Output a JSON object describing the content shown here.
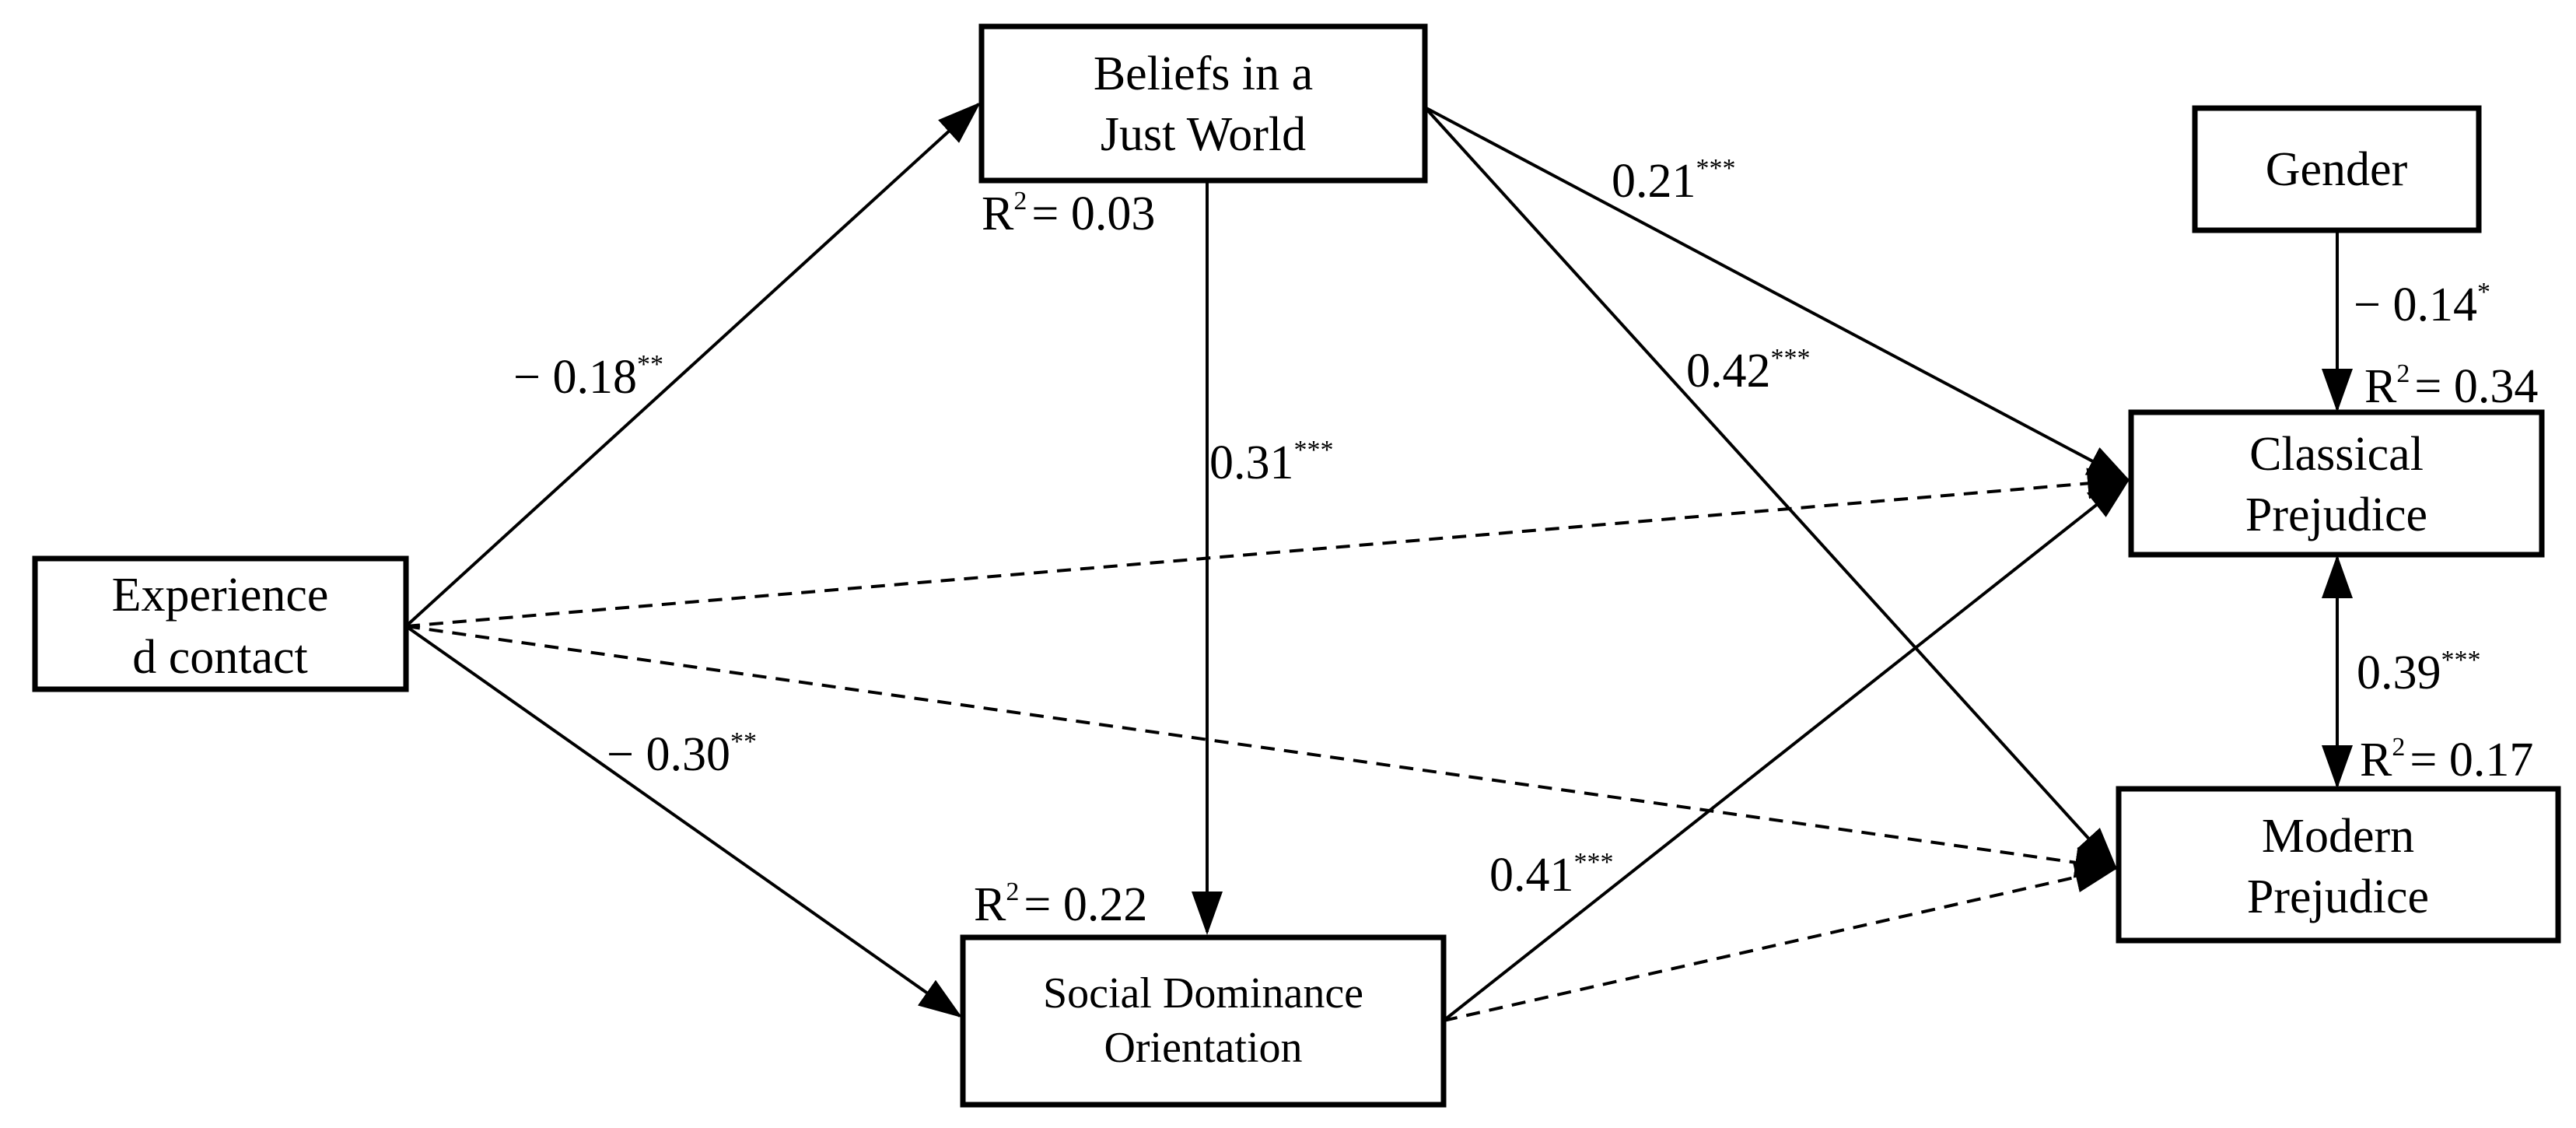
{
  "nodes": {
    "experienced_contact": {
      "line1": "Experience",
      "line2": "d contact"
    },
    "just_world": {
      "line1": "Beliefs in a",
      "line2": "Just World"
    },
    "sdo": {
      "line1": "Social Dominance",
      "line2": "Orientation"
    },
    "gender": {
      "line1": "Gender"
    },
    "classical": {
      "line1": "Classical",
      "line2": "Prejudice"
    },
    "modern": {
      "line1": "Modern",
      "line2": "Prejudice"
    }
  },
  "paths": {
    "contact_to_bjw": {
      "value": "− 0.18",
      "sig": "**"
    },
    "contact_to_sdo": {
      "value": "− 0.30",
      "sig": "**"
    },
    "bjw_to_sdo": {
      "value": "0.31",
      "sig": "***"
    },
    "bjw_to_classical": {
      "value": "0.21",
      "sig": "***"
    },
    "bjw_to_modern": {
      "value": "0.42",
      "sig": "***"
    },
    "sdo_to_classical": {
      "value": "0.41",
      "sig": "***"
    },
    "gender_to_classical": {
      "value": "− 0.14",
      "sig": "*"
    },
    "classical_modern_cov": {
      "value": "0.39",
      "sig": "***"
    }
  },
  "r_squared": {
    "just_world": {
      "label": "R",
      "power": "2",
      "value": "= 0.03"
    },
    "sdo": {
      "label": "R",
      "power": "2",
      "value": "= 0.22"
    },
    "classical": {
      "label": "R",
      "power": "2",
      "value": "= 0.34"
    },
    "modern": {
      "label": "R",
      "power": "2",
      "value": "= 0.17"
    }
  }
}
